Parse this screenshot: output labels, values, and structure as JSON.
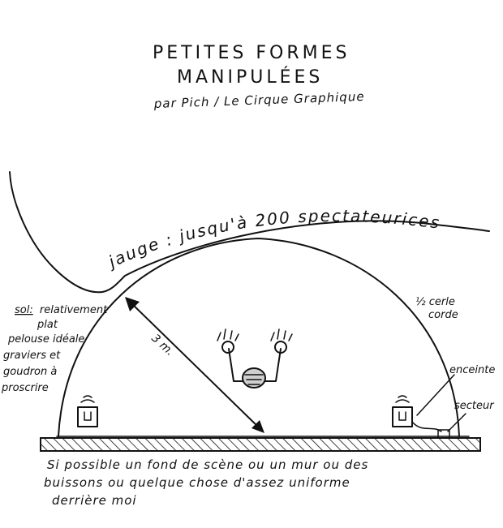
{
  "title": {
    "line1": "PETITES FORMES",
    "line2": "MANIPULÉES"
  },
  "byline": "par Pich / Le Cirque Graphique",
  "capacity": "jauge : jusqu'à 200 spectateurices",
  "ground": {
    "label": "sol:",
    "lines": [
      "relativement",
      "plat",
      "pelouse idéale",
      "graviers et",
      "goudron à",
      "proscrire"
    ]
  },
  "radius_label": "3 m.",
  "rope_label": [
    "½ cerle",
    "corde"
  ],
  "speaker_label": "enceinte",
  "power_label": "secteur",
  "bottom_note": [
    "Si possible un fond de scène ou un mur ou des",
    "buissons ou quelque chose d'assez uniforme",
    "derrière moi"
  ]
}
